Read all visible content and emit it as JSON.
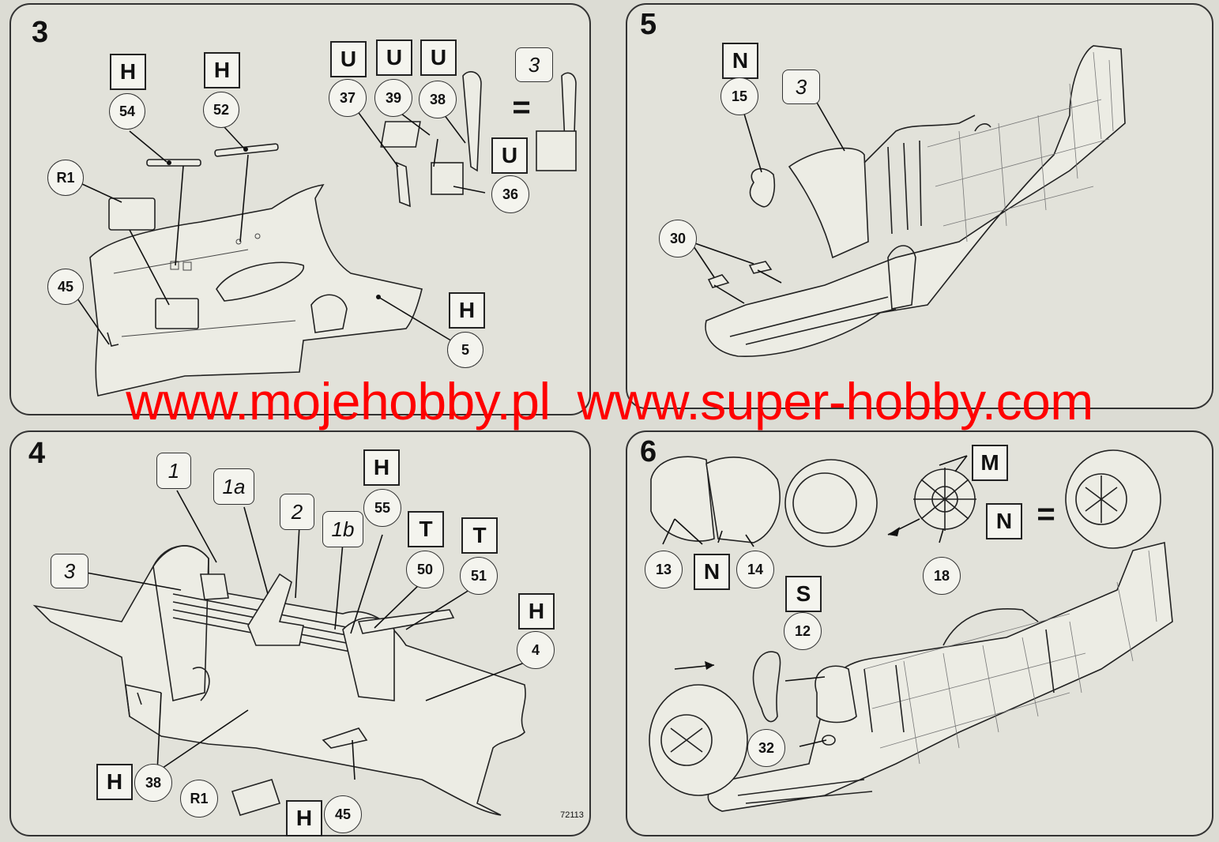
{
  "watermark": {
    "left": "www.mojehobby.pl",
    "right": "www.super-hobby.com",
    "color": "#ff0000"
  },
  "footer_code": "72113",
  "steps": [
    {
      "number": "3",
      "labels": {
        "h54": "H",
        "c54": "54",
        "h52": "H",
        "c52": "52",
        "r1": "R1",
        "c45": "45",
        "u37": "U",
        "c37": "37",
        "u39": "U",
        "c39": "39",
        "u38": "U",
        "c38": "38",
        "ref3": "3",
        "eq": "=",
        "u36": "U",
        "c36": "36",
        "h5": "H",
        "c5": "5"
      }
    },
    {
      "number": "5",
      "labels": {
        "n15": "N",
        "c15": "15",
        "ref3": "3",
        "c30": "30"
      }
    },
    {
      "number": "4",
      "labels": {
        "ref1": "1",
        "ref1a": "1a",
        "ref2": "2",
        "ref1b": "1b",
        "h55": "H",
        "c55": "55",
        "t50": "T",
        "c50": "50",
        "t51": "T",
        "c51": "51",
        "ref3": "3",
        "h4": "H",
        "c4": "4",
        "h38": "H",
        "c38": "38",
        "r1": "R1",
        "h45": "H",
        "c45": "45"
      }
    },
    {
      "number": "6",
      "labels": {
        "c13": "13",
        "n13": "N",
        "c14": "14",
        "m": "M",
        "n18": "N",
        "eq": "=",
        "c18": "18",
        "s12": "S",
        "c12": "12",
        "c32": "32"
      }
    }
  ]
}
